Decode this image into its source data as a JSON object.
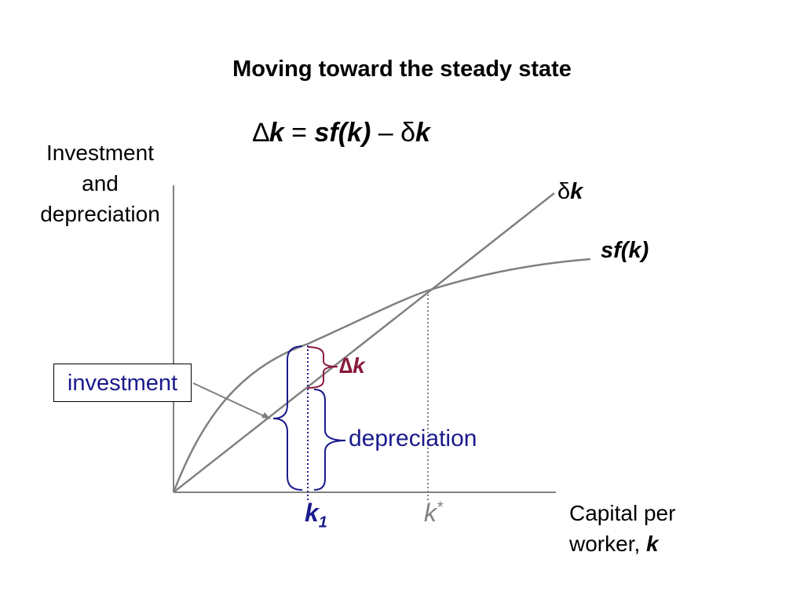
{
  "title": "Moving toward the steady state",
  "equation": {
    "delta_cap": "∆",
    "k": "k",
    "equals": " = ",
    "sfk": "sf(k)",
    "minus": " – ",
    "delta": "δ",
    "k2": "k"
  },
  "y_axis_label": [
    "Investment",
    "and",
    "depreciation"
  ],
  "x_axis_label": {
    "line1": "Capital per",
    "line2_prefix": "worker, ",
    "line2_var": "k"
  },
  "curve_labels": {
    "dk_delta": "δ",
    "dk_k": "k",
    "sfk": "sf(k)"
  },
  "annotations": {
    "investment": "investment",
    "depreciation": "depreciation",
    "delta_k_sym": "∆",
    "delta_k_var": "k"
  },
  "axis_markers": {
    "k1_main": "k",
    "k1_sub": "1",
    "kstar_main": "k",
    "kstar_sup": "*"
  },
  "colors": {
    "curves": "#808080",
    "navy": "#1a1a8c",
    "maroon": "#8b1a3a"
  }
}
